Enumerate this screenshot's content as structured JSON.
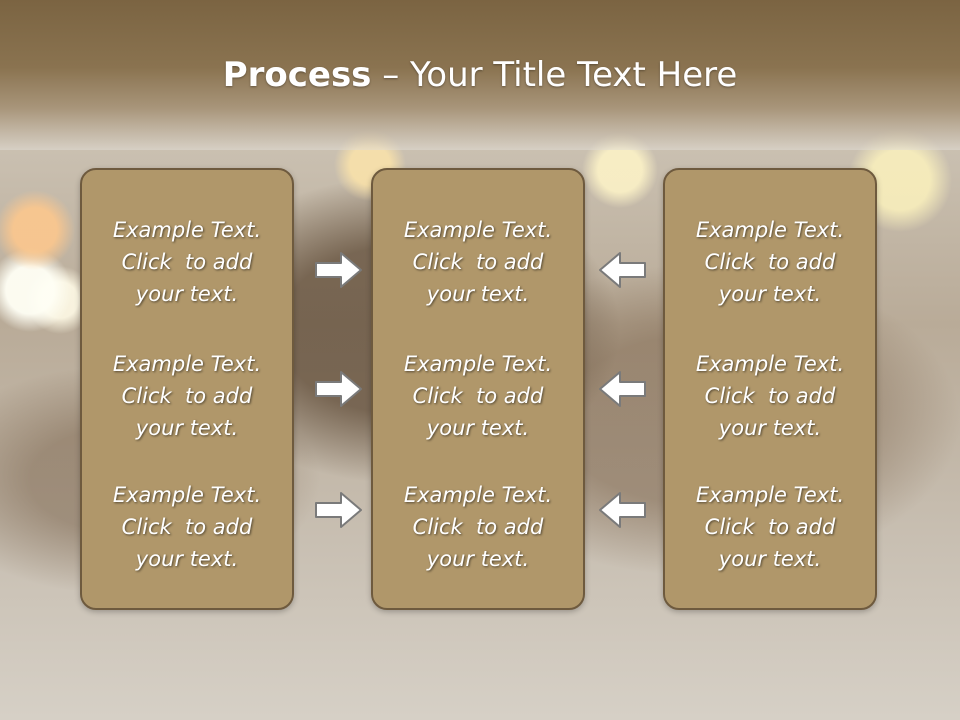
{
  "slide": {
    "title_bold": "Process",
    "title_rest": " – Your Title Text Here"
  },
  "columns": [
    {
      "items": [
        {
          "line1": "Example Text.",
          "line2": "Click  to add",
          "line3": "your text."
        },
        {
          "line1": "Example Text.",
          "line2": "Click  to add",
          "line3": "your text."
        },
        {
          "line1": "Example Text.",
          "line2": "Click  to add",
          "line3": "your text."
        }
      ]
    },
    {
      "items": [
        {
          "line1": "Example Text.",
          "line2": "Click  to add",
          "line3": "your text."
        },
        {
          "line1": "Example Text.",
          "line2": "Click  to add",
          "line3": "your text."
        },
        {
          "line1": "Example Text.",
          "line2": "Click  to add",
          "line3": "your text."
        }
      ]
    },
    {
      "items": [
        {
          "line1": "Example Text.",
          "line2": "Click  to add",
          "line3": "your text."
        },
        {
          "line1": "Example Text.",
          "line2": "Click  to add",
          "line3": "your text."
        },
        {
          "line1": "Example Text.",
          "line2": "Click  to add",
          "line3": "your text."
        }
      ]
    }
  ],
  "arrows": {
    "left_group": "right-arrow-icon",
    "right_group": "left-arrow-icon",
    "color": "#ffffff",
    "outline": "#7a7a7a"
  },
  "colors": {
    "header": "#7b6442",
    "panel": "#b0976a",
    "panel_border": "#6e5a3e"
  }
}
